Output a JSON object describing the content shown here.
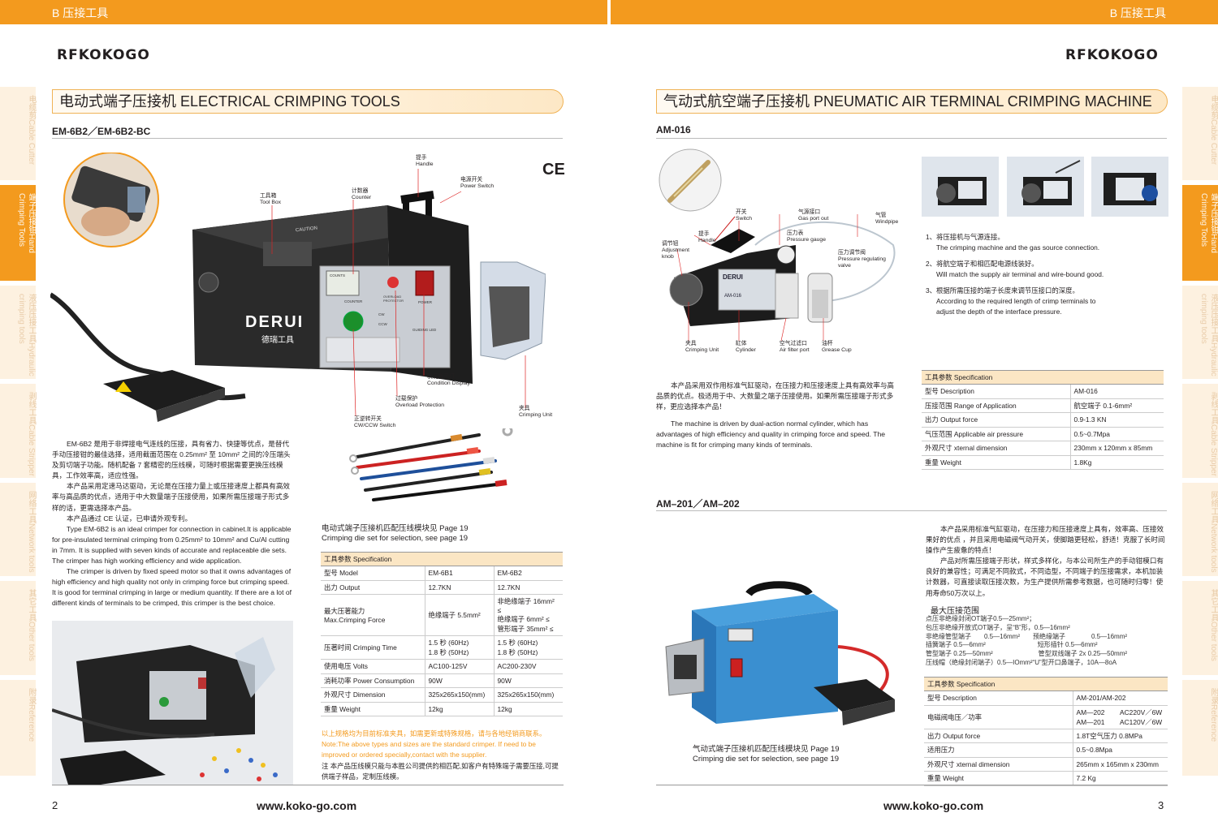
{
  "header": {
    "left_tag": "B 压接工具",
    "right_tag": "B 压接工具"
  },
  "brand": {
    "left": "RFKOKOGO",
    "right": "RFKOKOGO"
  },
  "left": {
    "title": "电动式端子压接机 ELECTRICAL CRIMPING TOOLS",
    "model": "EM-6B2／EM-6B2-BC",
    "ce": "CE",
    "machine_labels": {
      "handle": "提手\nHandle",
      "power_switch": "电源开关\nPower Switch",
      "counter": "计数器\nCounter",
      "tool_box": "工具箱\nTool Box",
      "condition_display": "状况指示灯\nCondition Display",
      "overload": "过载保护\nOverload Protection",
      "cw_ccw": "正逆转开关\nCW/CCW Switch",
      "crimping_unit": "夹具\nCrimping Unit"
    },
    "machine_face": {
      "brand": "DERUI",
      "brand_cn": "德瑞工具",
      "caution": "CAUTION",
      "counts": "COUNTS",
      "counter": "COUNTER",
      "power": "POWER",
      "overload": "OVERLOAD PROTECTOR",
      "cw": "CW",
      "ccw": "CCW",
      "guiding": "GUIDING LED"
    },
    "desc_cn": [
      "EM-6B2 是用于非焊接电气连线的压接，具有省力、快捷等优点，是替代手动压接钳的最佳选择，适用截面范围在 0.25mm² 至 10mm² 之间的冷压端头及剪切端子功能。随机配备 7 套精密的压线模，可随时根据需要更换压线模具，工作效率高，适应性强。",
      "本产品采用定速马达驱动，无论是在压接力量上或压接速度上都具有高效率与高品质的优点，适用于中大数量端子压接使用，如果所需压接端子形式多样的话，更需选择本产品。",
      "本产品通过 CE 认证，已申请外观专利。"
    ],
    "desc_en": [
      "Type EM-6B2 is an ideal crimper for connection in cabinet.It is applicable for pre-insulated terminal crimping from 0.25mm² to 10mm² and Cu/Al cutting in 7mm. It is supplied with seven kinds of accurate and replaceable die sets. The crimper has high working efficiency and wide application.",
      "The crimper is driven by fixed speed motor so that it owns advantages of high efficiency and high quality not only in crimping force but crimping speed. It is good for terminal crimping in large or medium quantity. If there are a lot of different kinds of terminals to be crimped, this crimper is the best choice."
    ],
    "die_note_cn": "电动式端子压接机匹配压线模块见 Page 19",
    "die_note_en": "Crimping die set for selection, see page 19",
    "spec_header": "工具参数 Specification",
    "spec_rows": [
      [
        "型号 Model",
        "EM-6B1",
        "EM-6B2"
      ],
      [
        "出力 Output",
        "12.7KN",
        "12.7KN"
      ],
      [
        "最大压著能力\nMax.Crimping Force",
        "绝缘端子 5.5mm²",
        "非绝缘端子 16mm² ≤\n绝缘端子 6mm² ≤\n管形端子 35mm² ≤"
      ],
      [
        "压著时间 Crimping Time",
        "1.5 秒 (60Hz)\n1.8 秒 (50Hz)",
        "1.5 秒 (60Hz)\n1.8 秒 (50Hz)"
      ],
      [
        "使用电压 Volts",
        "AC100-125V",
        "AC200-230V"
      ],
      [
        "消耗功率 Power Consumption",
        "90W",
        "90W"
      ],
      [
        "外观尺寸 Dimension",
        "325x265x150(mm)",
        "325x265x150(mm)"
      ],
      [
        "重量 Weight",
        "12kg",
        "12kg"
      ]
    ],
    "note_cn": "以上规格均为目前标准夹具，如需更新或特殊规格，请与各地经销商联系。",
    "note_en": "Note:The above types and sizes are the standard crimper. If need to be improved or ordered specially,contact with the supplier.",
    "note2": "注 本产品压线模只能与本胜公司提供的相匹配,如客户有特殊端子需要压接,可提供端子样品，定制压线模。",
    "url": "www.koko-go.com",
    "page": "2"
  },
  "right": {
    "title": "气动式航空端子压接机 PNEUMATIC AIR TERMINAL CRIMPING MACHINE",
    "model1": "AM-016",
    "machine_labels": {
      "switch": "开关\nSwitch",
      "gas_port": "气源接口\nGas port out",
      "windpipe": "气管\nWindpipe",
      "handle": "提手\nHandle",
      "pressure": "压力表\nPressure gauge",
      "adjust": "调节钮\nAdjustment\nknob",
      "regulating": "压力调节阀\nPressure regulating\nvalve",
      "crimping_unit": "夹具\nCrimping Unit",
      "cylinder": "缸体\nCylinder",
      "air_filter": "空气过滤口\nAir filter port",
      "grease": "油杯\nGrease Cup"
    },
    "machine_face": {
      "brand": "DERUI",
      "model": "AM-016"
    },
    "steps": [
      {
        "cn": "1、将压接机与气源连接。",
        "en": "The crimping machine and the gas source connection."
      },
      {
        "cn": "2、将航空端子和相匹配电源线装好。",
        "en": "Will match the supply air terminal and wire-bound good."
      },
      {
        "cn": "3、根据所需压接的端子长度来调节压接口的深度。",
        "en": "According to the required length of crimp terminals to adjust the depth of the interface pressure."
      }
    ],
    "desc1_cn": "本产品采用双作用标准气缸驱动，在压接力和压接速度上具有高效率与高品质的优点。极适用于中、大数量之端子压接使用。如果所需压接端子形式多样，更应选择本产品！",
    "desc1_en": "The machine is driven by dual-action normal cylinder, which has advantages of high efficiency and quality in crimping force and speed. The machine is fit for crimping many kinds of terminals.",
    "spec1_header": "工具参数 Specification",
    "spec1_rows": [
      [
        "型号 Description",
        "AM-016"
      ],
      [
        "压接范围 Range of Application",
        "航空端子 0.1-6mm²"
      ],
      [
        "出力 Output force",
        "0.9-1.3 KN"
      ],
      [
        "气压范围 Applicable air pressure",
        "0.5~0.7Mpa"
      ],
      [
        "外观尺寸 xternal dimension",
        "230mm x 120mm x 85mm"
      ],
      [
        "重量 Weight",
        "1.8Kg"
      ]
    ],
    "model2": "AM–201／AM–202",
    "desc2_cn": [
      "本产品采用标准气缸驱动，在压接力和压接速度上具有，效率高、压接效果好的优点 ，并且采用电磁阀气动开关，使脚踏更轻松，舒适！克服了长时间操作产生疲惫的特点！",
      "产品对所需压接端子形状，样式多样化，与本公司所生产的手动钳模口有良好的兼容性；可满足不同款式，不同造型，不同端子的压接需求，本机加装计数器，可直接读取压接次数，为生产提供所需参考数据，也可随时归零！使用寿命50万次以上。"
    ],
    "range_title": "最大压接范围",
    "range_lines": [
      "点压非绝缘封闭OT端子0.5—25mm²；",
      "包压非绝缘开放式OT端子，呈“B”形，0.5—16mm²",
      "非绝缘管型端子　　0.5—16mm²　　预绝缘端子　　　　0.5—16mm²",
      "插簧端子 0.5—6mm²　　　　　　　　短形插针 0.5—6mm²",
      "管型端子 0.25—50mm²　　　　　　　管型双线端子 2x 0.25—50mm²",
      "压线帽（绝缘封闭端子）0.5—IOmm²“U”型开口鼻端子，10A—8oA"
    ],
    "die_note_cn": "气动式端子压接机匹配压线模块见 Page 19",
    "die_note_en": "Crimping die set for selection, see page 19",
    "spec2_header": "工具参数 Specification",
    "spec2_rows": [
      [
        "型号 Description",
        "AM-201/AM-202"
      ],
      [
        "电磁阀电压／功率",
        "AM—202　　 AC220V／6W\nAM—201　　 AC120V／6W"
      ],
      [
        "出力 Output force",
        "1.8T空气压力 0.8MPa"
      ],
      [
        "适用压力",
        "0.5~0.8Mpa"
      ],
      [
        "外观尺寸 xternal dimension",
        "265mm x 165mm x 230mm"
      ],
      [
        "重量 Weight",
        "7.2 Kg"
      ]
    ],
    "url": "www.koko-go.com",
    "page": "3"
  },
  "side_tabs": [
    {
      "cn": "电缆剪",
      "en": "Cable Cutter"
    },
    {
      "cn": "端子压接钳",
      "en": "Hand Crimping Tools"
    },
    {
      "cn": "液压压接工具",
      "en": "Hydraulic crimping tools"
    },
    {
      "cn": "剥线工具",
      "en": "Cable Stripper"
    },
    {
      "cn": "网络工具",
      "en": "Network tools"
    },
    {
      "cn": "其它工具",
      "en": "Other tools"
    },
    {
      "cn": "附录",
      "en": "Reference"
    }
  ],
  "colors": {
    "accent": "#f39a1e",
    "spec_header_bg": "#fbe6c4",
    "tab_bg": "#fdf1e0"
  }
}
